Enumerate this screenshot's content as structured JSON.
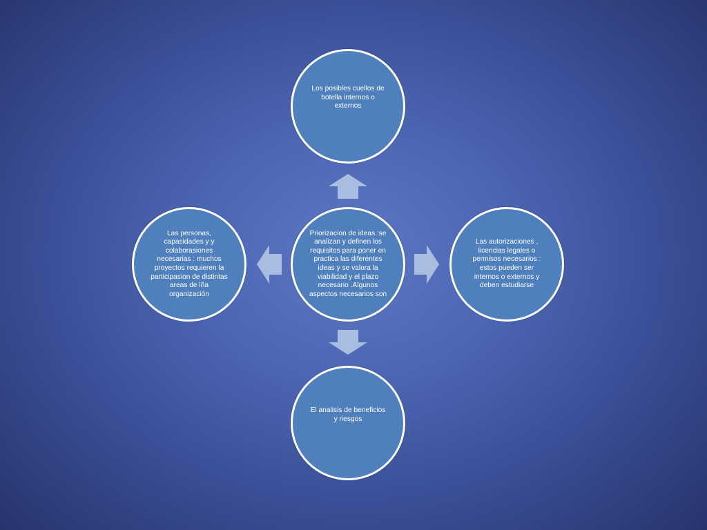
{
  "diagram": {
    "center_text": "Priorizacion de ideas :se analizan y definen los requisitos para poner en practica las diferentes ideas y se valora la viabilidad y el  plazo necesario .Algunos aspectos necesarios son",
    "top_text": "Los posibles cuellos de botella internos o externos",
    "right_text": "Las autorizaciones , licencias legales o permisos necesarios : estos pueden ser internos o externos y deben estudiarse",
    "bottom_text": "El analisis de beneficios y riesgos",
    "left_text": "Las personas, capasidades y y colaborasiones necesarias : muchos proyectos requieren la participasion de distintas areas de lña organización"
  },
  "colors": {
    "node_fill": "#4f80bd",
    "node_border": "#ffffff",
    "arrow_fill": "#a9bde0",
    "background_center": "#5d78c4",
    "background_edge": "#27336b"
  }
}
